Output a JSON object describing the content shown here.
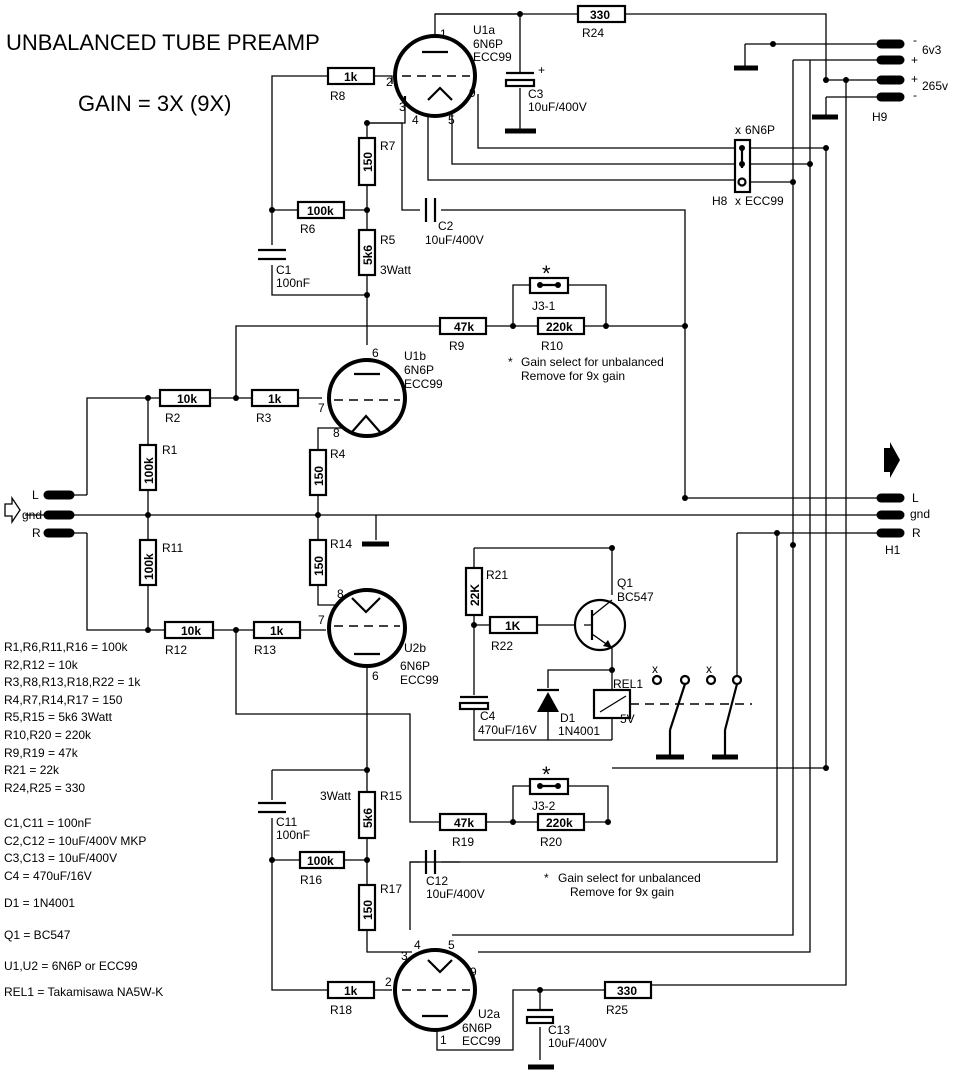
{
  "title": "UNBALANCED TUBE PREAMP",
  "gain": "GAIN = 3X (9X)",
  "gain_note_line1": "Gain select for unbalanced",
  "gain_note_line2": "Remove for 9x gain",
  "asterisk": "*",
  "tubes": {
    "u1a": {
      "ref": "U1a",
      "type1": "6N6P",
      "type2": "ECC99",
      "pins": [
        "1",
        "2",
        "3",
        "4",
        "5",
        "9"
      ]
    },
    "u1b": {
      "ref": "U1b",
      "type1": "6N6P",
      "type2": "ECC99",
      "pins": [
        "6",
        "7",
        "8"
      ]
    },
    "u2b": {
      "ref": "U2b",
      "type1": "6N6P",
      "type2": "ECC99",
      "pins": [
        "8",
        "7",
        "6"
      ]
    },
    "u2a": {
      "ref": "U2a",
      "type1": "6N6P",
      "type2": "ECC99",
      "pins": [
        "4",
        "5",
        "3",
        "2",
        "9",
        "1"
      ]
    }
  },
  "resistors": {
    "R1": {
      "ref": "R1",
      "value": "100k"
    },
    "R2": {
      "ref": "R2",
      "value": "10k"
    },
    "R3": {
      "ref": "R3",
      "value": "1k"
    },
    "R4": {
      "ref": "R4",
      "value": "150"
    },
    "R5": {
      "ref": "R5",
      "value": "5k6",
      "extra": "3Watt"
    },
    "R6": {
      "ref": "R6",
      "value": "100k"
    },
    "R7": {
      "ref": "R7",
      "value": "150"
    },
    "R8": {
      "ref": "R8",
      "value": "1k"
    },
    "R9": {
      "ref": "R9",
      "value": "47k"
    },
    "R10": {
      "ref": "R10",
      "value": "220k"
    },
    "R11": {
      "ref": "R11",
      "value": "100k"
    },
    "R12": {
      "ref": "R12",
      "value": "10k"
    },
    "R13": {
      "ref": "R13",
      "value": "1k"
    },
    "R14": {
      "ref": "R14",
      "value": "150"
    },
    "R15": {
      "ref": "R15",
      "value": "5k6",
      "extra": "3Watt"
    },
    "R16": {
      "ref": "R16",
      "value": "100k"
    },
    "R17": {
      "ref": "R17",
      "value": "150"
    },
    "R18": {
      "ref": "R18",
      "value": "1k"
    },
    "R19": {
      "ref": "R19",
      "value": "47k"
    },
    "R20": {
      "ref": "R20",
      "value": "220k"
    },
    "R21": {
      "ref": "R21",
      "value": "22K"
    },
    "R22": {
      "ref": "R22",
      "value": "1K"
    },
    "R24": {
      "ref": "R24",
      "value": "330"
    },
    "R25": {
      "ref": "R25",
      "value": "330"
    }
  },
  "capacitors": {
    "C1": {
      "ref": "C1",
      "value": "100nF"
    },
    "C2": {
      "ref": "C2",
      "value": "10uF/400V"
    },
    "C3": {
      "ref": "C3",
      "value": "10uF/400V"
    },
    "C4": {
      "ref": "C4",
      "value": "470uF/16V"
    },
    "C11": {
      "ref": "C11",
      "value": "100nF"
    },
    "C12": {
      "ref": "C12",
      "value": "10uF/400V"
    },
    "C13": {
      "ref": "C13",
      "value": "10uF/400V"
    }
  },
  "semis": {
    "Q1": {
      "ref": "Q1",
      "value": "BC547"
    },
    "D1": {
      "ref": "D1",
      "value": "1N4001"
    },
    "REL1": {
      "ref": "REL1",
      "value": "5V"
    }
  },
  "jumpers": {
    "J3_1": "J3-1",
    "J3_2": "J3-2"
  },
  "connectors": {
    "H1": {
      "ref": "H1",
      "pins": [
        "L",
        "gnd",
        "R"
      ]
    },
    "input": {
      "pins": [
        "L",
        "gnd",
        "R"
      ]
    },
    "H9": {
      "ref": "H9",
      "pins": [
        "-",
        "+",
        "+",
        "-"
      ],
      "labels": [
        "6v3",
        "265v"
      ]
    },
    "H8": {
      "ref": "H8",
      "top": "6N6P",
      "bottom": "ECC99",
      "mark": "x"
    }
  },
  "relay_marks": [
    "x",
    "x"
  ],
  "bom": [
    "R1,R6,R11,R16 = 100k",
    "R2,R12 = 10k",
    "R3,R8,R13,R18,R22 = 1k",
    "R4,R7,R14,R17 = 150",
    "R5,R15 = 5k6 3Watt",
    "R10,R20 = 220k",
    "R9,R19 = 47k",
    "R21 = 22k",
    "R24,R25 = 330",
    "C1,C11 = 100nF",
    "C2,C12 = 10uF/400V MKP",
    "C3,C13 = 10uF/400V",
    "C4 = 470uF/16V",
    "D1 = 1N4001",
    "Q1 = BC547",
    "U1,U2 = 6N6P or ECC99",
    "REL1 = Takamisawa NA5W-K"
  ]
}
